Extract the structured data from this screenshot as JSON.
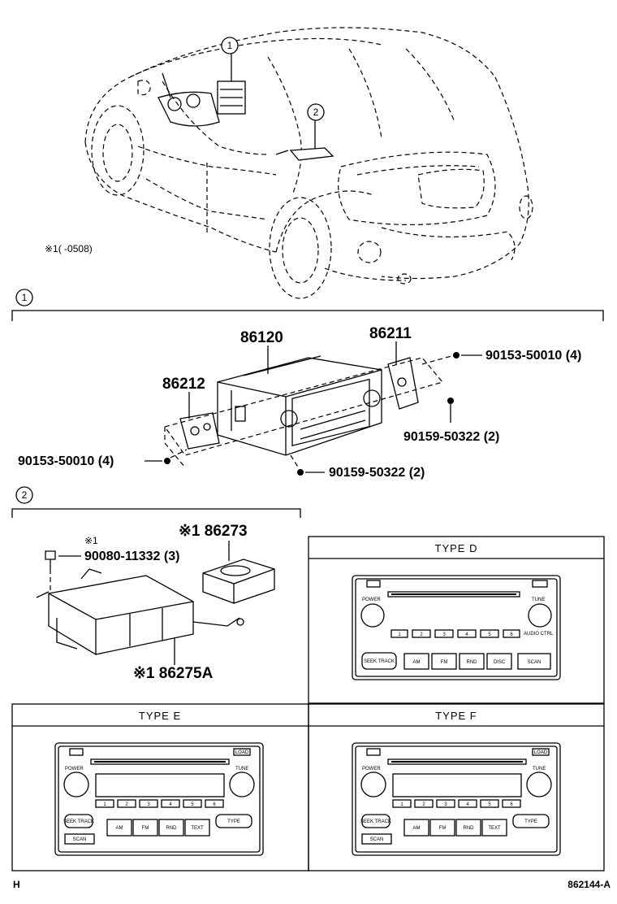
{
  "callouts": {
    "c1": "1",
    "c2": "2"
  },
  "note": "※1(      -0508)",
  "section1": {
    "p86120": "86120",
    "p86211": "86211",
    "p86212": "86212",
    "screw_tr": "90153-50010 (4)",
    "screw_r2": "90159-50322 (2)",
    "screw_l": "90153-50010 (4)",
    "screw_b": "90159-50322 (2)"
  },
  "section2": {
    "mark_bolt": "※1",
    "bolt": "90080-11332 (3)",
    "p86273": "※1 86273",
    "p86275a": "※1 86275A"
  },
  "types": {
    "d": "TYPE   D",
    "e": "TYPE   E",
    "f": "TYPE   F"
  },
  "radio": {
    "power": "POWER",
    "tune": "TUNE",
    "audio": "AUDIO CTRL",
    "scan": "SCAN",
    "load": "LOAD",
    "type_btn": "TYPE",
    "seek": "SEEK TRACK",
    "keys": [
      "1",
      "2",
      "3",
      "4",
      "5",
      "6"
    ],
    "d_buttons": [
      "AM",
      "FM",
      "RND",
      "DISC"
    ],
    "ef_buttons": [
      "AM",
      "FM",
      "RND",
      "TEXT"
    ]
  },
  "footer": {
    "left": "H",
    "right": "862144-A"
  }
}
